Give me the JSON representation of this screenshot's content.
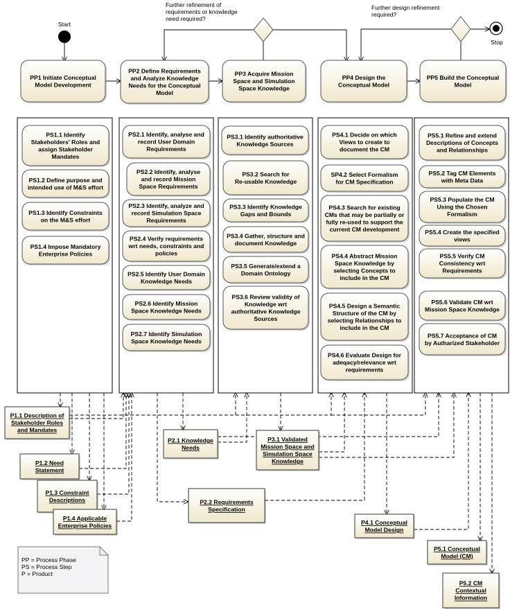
{
  "start_label": "Start",
  "stop_label": "Stop",
  "decision_labels": [
    {
      "lines": [
        "Further refinement of",
        "requirements or knowledge",
        "need required?"
      ]
    },
    {
      "lines": [
        "Further design refinement",
        "required?"
      ]
    }
  ],
  "phases": [
    {
      "id": "pp1",
      "lines": [
        "PP1 Initiate Conceptual",
        "Model Development"
      ]
    },
    {
      "id": "pp2",
      "lines": [
        "PP2 Define Requirements",
        "and Analyze Knowledge",
        "Needs for the Conceptual",
        "Model"
      ]
    },
    {
      "id": "pp3",
      "lines": [
        "PP3 Acquire Mission",
        "Space  and Simulation",
        "Space Knowledge"
      ]
    },
    {
      "id": "pp4",
      "lines": [
        "PP4 Design the",
        "Conceptual Model"
      ]
    },
    {
      "id": "pp5",
      "lines": [
        "PP5 Build the Conceptual",
        "Model"
      ]
    }
  ],
  "steps": [
    {
      "id": "ps1_1",
      "lines": [
        "PS1.1 Identify",
        "Stakeholders' Roles and",
        "assign Stakeholder",
        "Mandates"
      ]
    },
    {
      "id": "ps1_2",
      "lines": [
        "PS1.2 Define purpose and",
        "intended use of M&S effort"
      ]
    },
    {
      "id": "ps1_3",
      "lines": [
        "PS1.3 Identify Constraints",
        "on the M&S effort"
      ]
    },
    {
      "id": "ps1_4",
      "lines": [
        "PS1.4 Impose Mandatory",
        "Enterprise Policies"
      ]
    },
    {
      "id": "ps2_1",
      "lines": [
        "PS2.1 Identify, analyse and",
        "record User Domain",
        "Requirements"
      ]
    },
    {
      "id": "ps2_2",
      "lines": [
        "PS2.2 Identify, analyse",
        "and record Mission",
        "Space Requirements"
      ]
    },
    {
      "id": "ps2_3",
      "lines": [
        "PS2.3 Identify, analyze and",
        "record Simulation Space",
        "Requirements"
      ]
    },
    {
      "id": "ps2_4",
      "lines": [
        "PS2.4 Verify requirements",
        "wrt needs, constraints and",
        "policies"
      ]
    },
    {
      "id": "ps2_5",
      "lines": [
        "PS2.5 Identify User Domain",
        "Knowledge Needs"
      ]
    },
    {
      "id": "ps2_6",
      "lines": [
        "PS2.6 Identify Mission",
        "Space Knowledge Needs"
      ]
    },
    {
      "id": "ps2_7",
      "lines": [
        "PS2.7 Identify Simulation",
        "Space Knowledge Needs"
      ]
    },
    {
      "id": "ps3_1",
      "lines": [
        "PS3.1 Identify authoritative",
        "Knowledge Sources"
      ]
    },
    {
      "id": "ps3_2",
      "lines": [
        "PS3.2 Search for",
        "Re-usable Knowledge"
      ]
    },
    {
      "id": "ps3_3",
      "lines": [
        "PS3.3 Identify Knowledge",
        "Gaps and Bounds"
      ]
    },
    {
      "id": "ps3_4",
      "lines": [
        "PS3.4 Gather, structure and",
        "document Knowledge"
      ]
    },
    {
      "id": "ps3_5",
      "lines": [
        "PS3.5 Generate/extend a",
        "Domain Ontology"
      ]
    },
    {
      "id": "ps3_6",
      "lines": [
        "PS3.6 Review validity of",
        "Knowledge wrt",
        "authoritative Knowledge",
        "Sources"
      ]
    },
    {
      "id": "ps4_1",
      "lines": [
        "PS4.1 Decide on which",
        "Views to create to",
        "document the CM"
      ]
    },
    {
      "id": "sp4_2",
      "lines": [
        "SP4.2 Select Formalism",
        "for CM Specification"
      ]
    },
    {
      "id": "ps4_3",
      "lines": [
        "PS4.3 Search for existing",
        "CMs that may be partially or",
        "fully re-used to support the",
        "current CM development"
      ]
    },
    {
      "id": "ps4_4",
      "lines": [
        "PS4.4 Abstract Mission",
        "Space Knowledge by",
        "selecting Concepts to",
        "include in the CM"
      ]
    },
    {
      "id": "ps4_5",
      "lines": [
        "PS4.5 Design a Semantic",
        "Structure of the CM by",
        "selecting Relationships to",
        "include in the CM"
      ]
    },
    {
      "id": "ps4_6",
      "lines": [
        "PS4.6 Evaluate Design for",
        "adeqacy/relevance wrt",
        "requirements"
      ]
    },
    {
      "id": "ps5_1",
      "lines": [
        "PS5.1 Refine and extend",
        "Descriptions of Concepts",
        "and Relationships"
      ]
    },
    {
      "id": "ps5_2",
      "lines": [
        "PS5.2 Tag CM Elements",
        "with Meta Data"
      ]
    },
    {
      "id": "ps5_3",
      "lines": [
        "PS5.3 Populate the CM",
        "Using the Chosen",
        "Formalism"
      ]
    },
    {
      "id": "ps5_4",
      "lines": [
        "PS5.4 Create the specified",
        "views"
      ]
    },
    {
      "id": "ps5_5",
      "lines": [
        "PS5.5 Verify CM",
        "Consistency wrt",
        "Requirements"
      ]
    },
    {
      "id": "ps5_6",
      "lines": [
        "PS5.6 Validate CM wrt",
        "Mission Space Knowledge"
      ]
    },
    {
      "id": "ps5_7",
      "lines": [
        "PS5.7 Acceptance of CM",
        "by Autharized Stakeholder"
      ]
    }
  ],
  "products": [
    {
      "id": "p1_1",
      "lines": [
        "P1.1 Description of",
        "Stakeholder Roles",
        "and Mandates"
      ]
    },
    {
      "id": "p1_2",
      "lines": [
        "P1.2 Need",
        "Statement"
      ]
    },
    {
      "id": "p1_3",
      "lines": [
        "P1.3 Constraint",
        "Descriptions"
      ]
    },
    {
      "id": "p1_4",
      "lines": [
        "P1.4 Applicable",
        "Enterprise Policies"
      ]
    },
    {
      "id": "p2_1",
      "lines": [
        "P2.1 Knowledge",
        "Needs"
      ]
    },
    {
      "id": "p2_2",
      "lines": [
        "P2.2 Requirements",
        "Specification"
      ]
    },
    {
      "id": "p3_1",
      "lines": [
        "P3.1 Validated",
        "Mission Space and",
        "Simulation Space",
        "Knowledge"
      ]
    },
    {
      "id": "p4_1",
      "lines": [
        "P4.1 Conceptual",
        "Model Design"
      ]
    },
    {
      "id": "p5_1",
      "lines": [
        "P5.1 Conceptual",
        "Model (CM)"
      ]
    },
    {
      "id": "p5_2",
      "lines": [
        "P5.2 CM",
        "Contextual",
        "Information"
      ]
    }
  ],
  "legend": {
    "lines": [
      "PP = Process Phase",
      "PS = Process Step",
      "P = Product"
    ]
  },
  "colors": {
    "box_fill": "#fbf6e4",
    "box_stroke": "#555555",
    "note_fill": "#f4f4f7",
    "line": "#000000"
  }
}
